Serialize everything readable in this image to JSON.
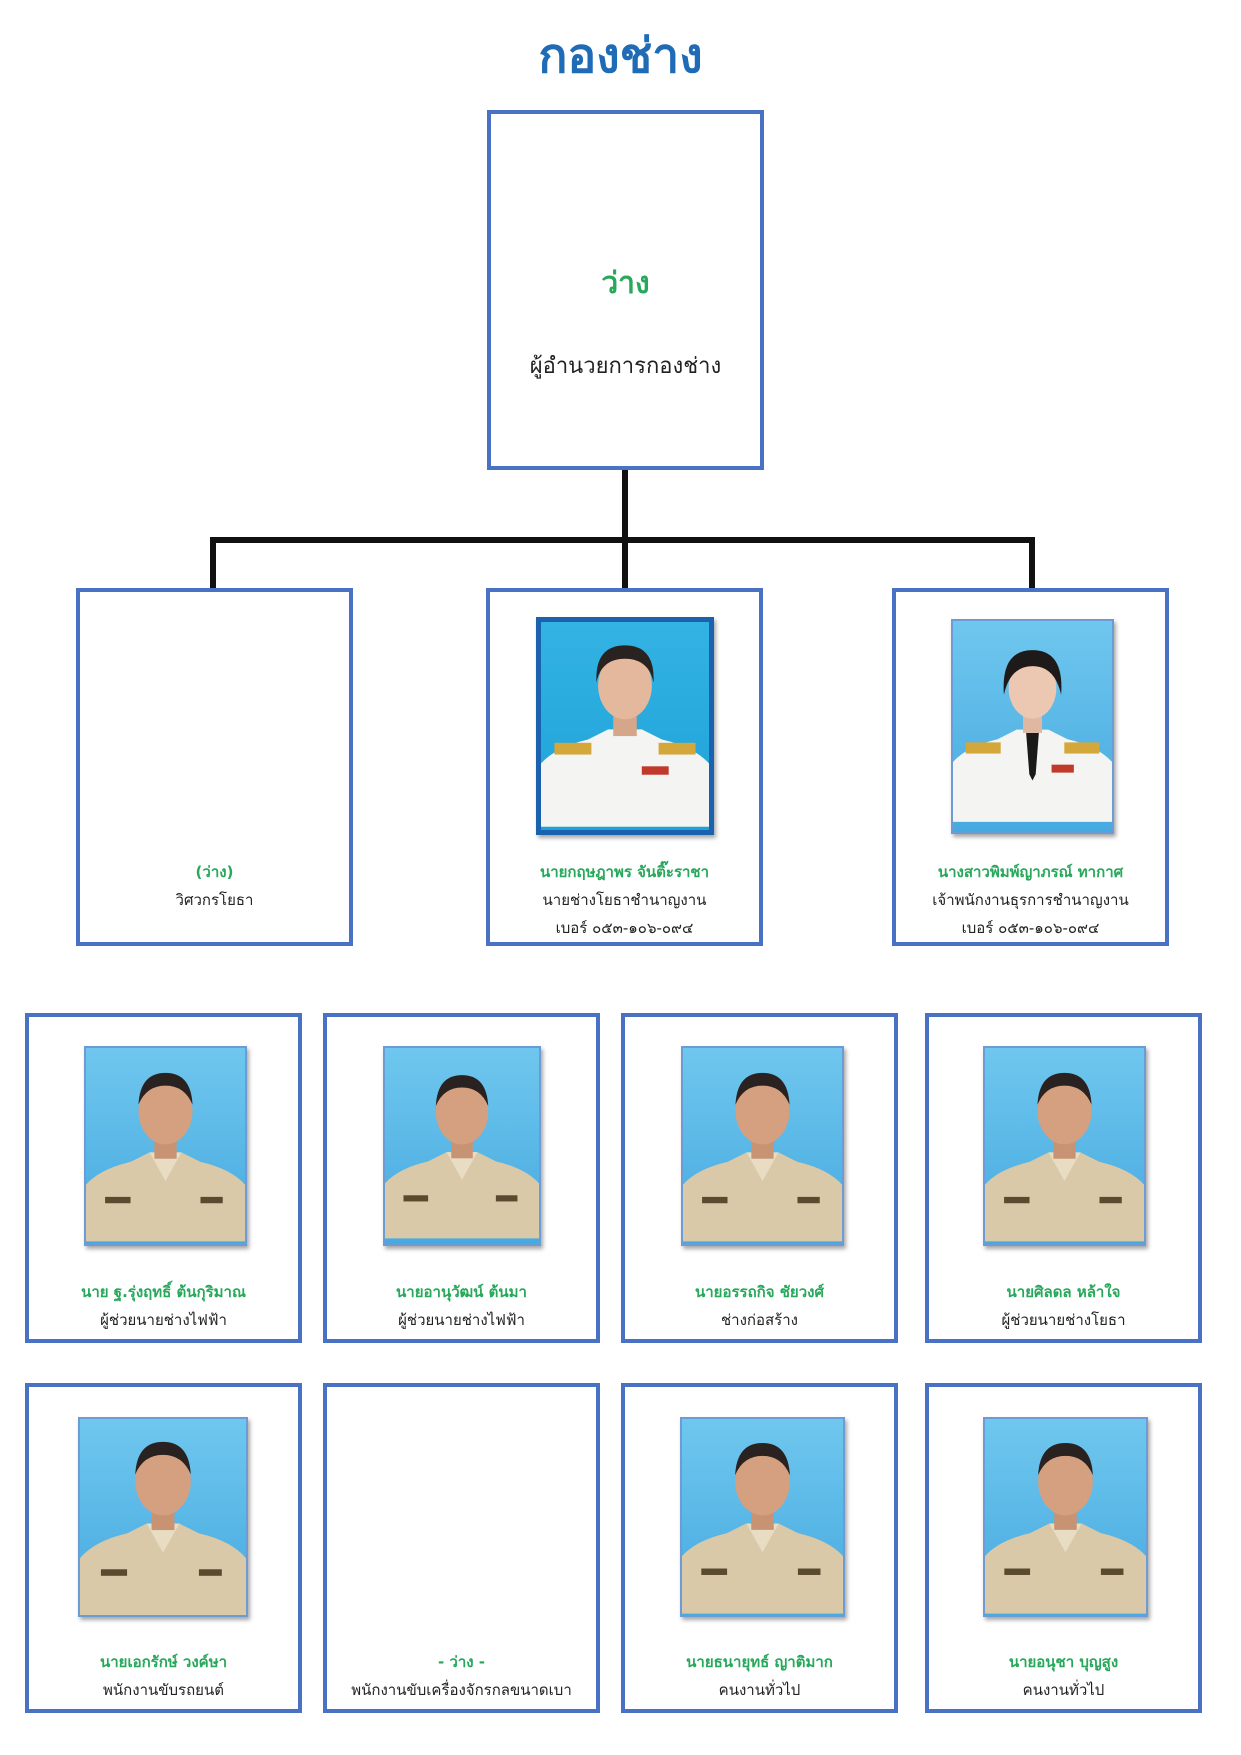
{
  "title": "กองช่าง",
  "head": {
    "name": "ว่าง",
    "position": "ผู้อำนวยการกองช่าง"
  },
  "level2": [
    {
      "name": "(ว่าง)",
      "position": "วิศวกรโยธา",
      "phone": ""
    },
    {
      "name": "นายกฤษฎาพร จันติ๊ะราชา",
      "position": "นายช่างโยธาชำนาญงาน",
      "phone": "เบอร์ ๐๕๓-๑๐๖-๐๙๔"
    },
    {
      "name": "นางสาวพิมพ์ญาภรณ์  ทากาศ",
      "position": "เจ้าพนักงานธุรการชำนาญงาน",
      "phone": "เบอร์ ๐๕๓-๑๐๖-๐๙๔"
    }
  ],
  "level3": [
    {
      "name": "นาย ฐ.รุ่งฤทธิ์  ต้นกุริมาณ",
      "position": "ผู้ช่วยนายช่างไฟฟ้า"
    },
    {
      "name": "นายอานุวัฒน์  ต้นมา",
      "position": "ผู้ช่วยนายช่างไฟฟ้า"
    },
    {
      "name": "นายอรรถกิจ  ชัยวงศ์",
      "position": "ช่างก่อสร้าง"
    },
    {
      "name": "นายศิลดล  หล้าใจ",
      "position": "ผู้ช่วยนายช่างโยธา"
    }
  ],
  "level4": [
    {
      "name": "นายเอกรักษ์  วงค์ษา",
      "position": "พนักงานขับรถยนต์"
    },
    {
      "name": "- ว่าง -",
      "position": "พนักงานขับเครื่องจักรกลขนาดเบา"
    },
    {
      "name": "นายธนายุทธ์  ญาติมาก",
      "position": "คนงานทั่วไป"
    },
    {
      "name": "นายอนุชา  บุญสูง",
      "position": "คนงานทั่วไป"
    }
  ]
}
